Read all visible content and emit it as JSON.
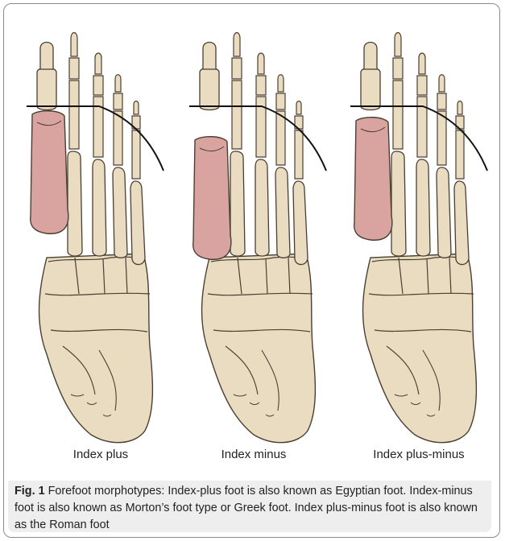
{
  "figure": {
    "panels": [
      {
        "label": "Index plus"
      },
      {
        "label": "Index minus"
      },
      {
        "label": "Index plus-minus"
      }
    ],
    "caption": {
      "tag": "Fig. 1",
      "text": " Forefoot morphotypes: Index-plus foot is also known as Egyptian foot. Index-minus foot is also known as Morton’s foot type or Greek foot. Index plus-minus foot is also known as the Roman foot"
    },
    "colors": {
      "bone": "#e9dcc0",
      "bone_outline": "#4a3f33",
      "first_metatarsal": "#d9a3a0",
      "reference_line": "#111111"
    }
  }
}
